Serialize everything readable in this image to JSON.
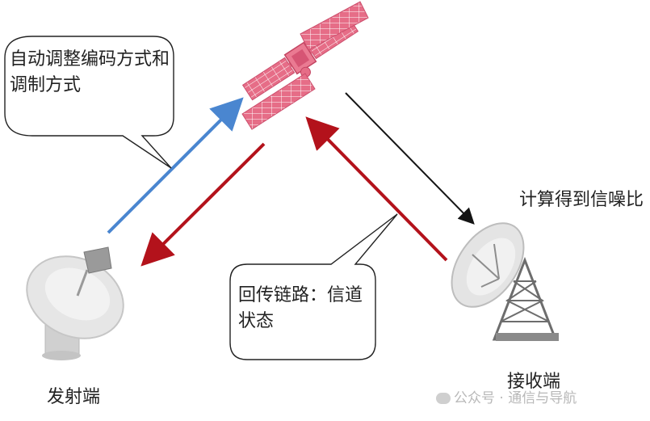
{
  "callouts": {
    "sender_action": "自动调整编码方式和调制方式",
    "feedback_link": "回传链路：信道状态",
    "receiver_action": "计算得到信噪比"
  },
  "labels": {
    "transmitter": "发射端",
    "receiver": "接收端"
  },
  "watermark": {
    "text": "公众号 · 通信与导航"
  },
  "colors": {
    "uplink_arrow": "#4a86d0",
    "downlink_arrow": "#141414",
    "feedback_arrow": "#b3121b",
    "satellite": "#e66d87",
    "dish": "#d8d8d8"
  },
  "icons": [
    "satellite-icon",
    "transmit-dish-icon",
    "receive-dish-icon"
  ]
}
